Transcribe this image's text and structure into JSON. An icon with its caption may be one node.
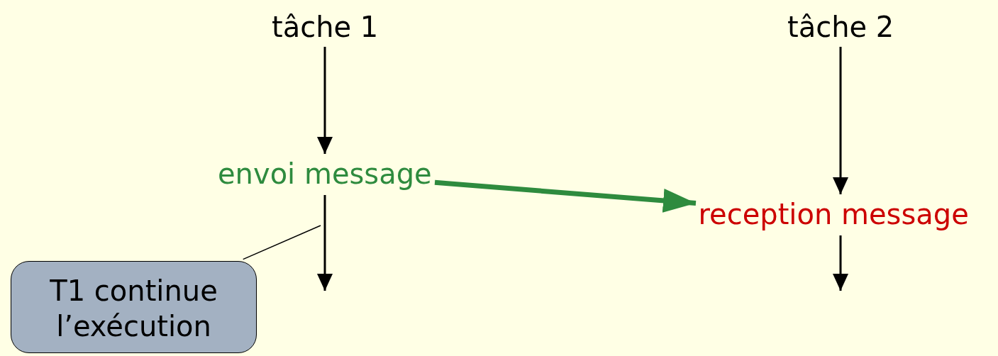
{
  "diagram": {
    "nodes": [
      {
        "text": [
          "tâche 1"
        ]
      },
      {
        "text": [
          "envoi message"
        ]
      },
      {
        "text": [
          "tâche 2"
        ]
      },
      {
        "text": [
          "reception message"
        ]
      },
      {
        "text": [
          "T1 continue l’exécution"
        ]
      }
    ],
    "edges": [
      {
        "from": 0,
        "to": 1,
        "arrow": "to"
      },
      {
        "from": 1,
        "to": null,
        "arrow": "to"
      },
      {
        "from": 1,
        "to": 3,
        "arrow": "to",
        "style": "thick",
        "color": "#2e8b3e"
      },
      {
        "from": 2,
        "to": 3,
        "arrow": "to"
      },
      {
        "from": 3,
        "to": null,
        "arrow": "to"
      },
      {
        "from": 4,
        "to": null,
        "arrow": "none"
      }
    ]
  }
}
